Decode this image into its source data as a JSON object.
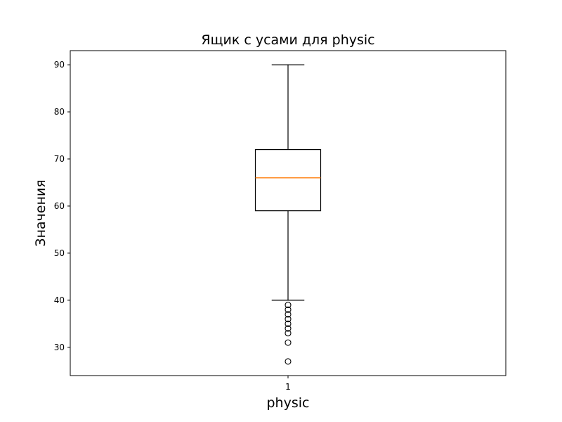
{
  "chart_data": {
    "type": "box",
    "title": "Ящик с усами для physic",
    "xlabel": "physic",
    "ylabel": "Значения",
    "categories": [
      "1"
    ],
    "ylim": [
      24,
      93
    ],
    "yticks": [
      30,
      40,
      50,
      60,
      70,
      80,
      90
    ],
    "grid": false,
    "boxes": [
      {
        "category": "1",
        "whisker_low": 40,
        "q1": 59,
        "median": 66,
        "q3": 72,
        "whisker_high": 90,
        "outliers": [
          39,
          38,
          37,
          36,
          35,
          34,
          33,
          31,
          27
        ]
      }
    ],
    "colors": {
      "box": "#000000",
      "median": "#ff7f0e",
      "outlier_edge": "#000000"
    }
  }
}
